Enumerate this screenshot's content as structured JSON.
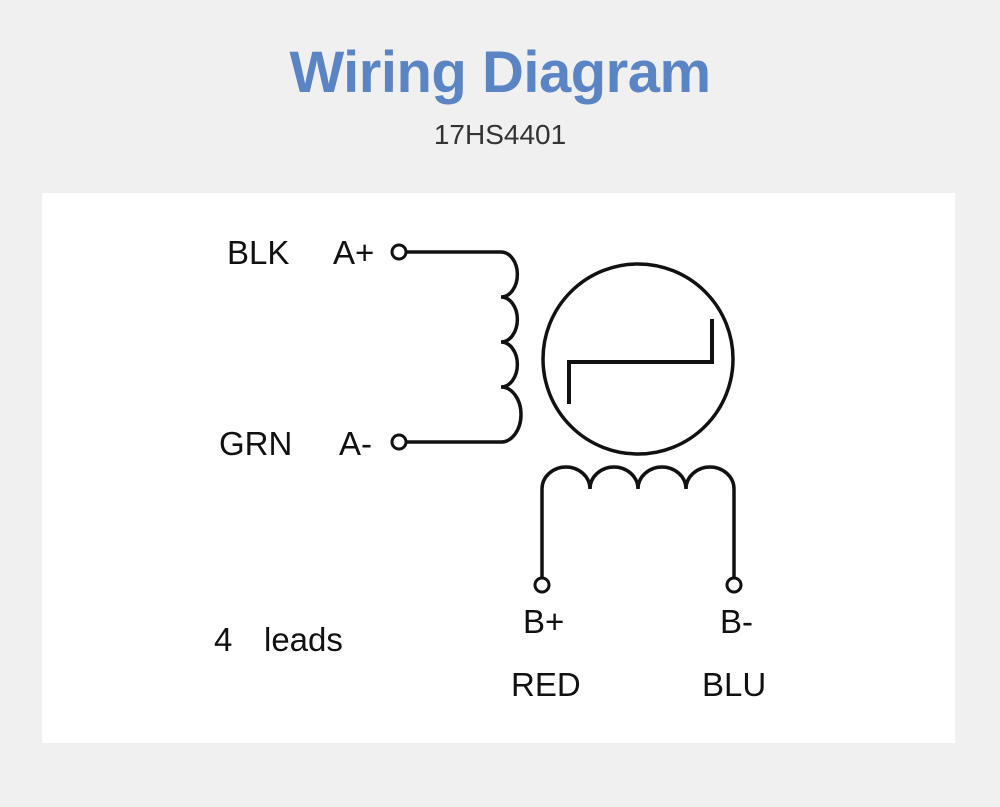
{
  "title": "Wiring Diagram",
  "subtitle": "17HS4401",
  "diagram": {
    "phase_a": {
      "wire_plus": "BLK",
      "terminal_plus": "A+",
      "wire_minus": "GRN",
      "terminal_minus": "A-"
    },
    "phase_b": {
      "terminal_plus": "B+",
      "wire_plus": "RED",
      "terminal_minus": "B-",
      "wire_minus": "BLU"
    },
    "lead_count": "4",
    "lead_unit": "leads"
  },
  "colors": {
    "title": "#5b84c4",
    "background": "#f0f0f0",
    "panel": "#ffffff",
    "line": "#111111"
  }
}
